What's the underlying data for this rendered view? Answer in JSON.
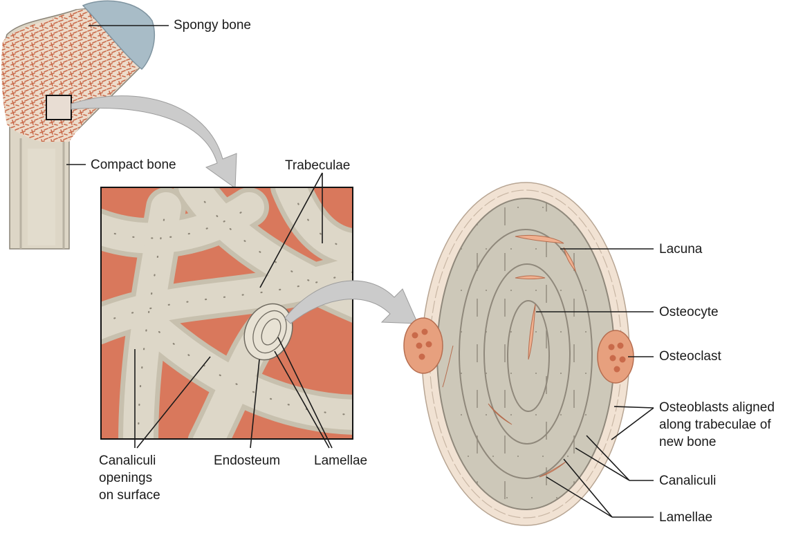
{
  "labels": {
    "spongy_bone": "Spongy bone",
    "compact_bone": "Compact bone",
    "trabeculae": "Trabeculae",
    "canaliculi_openings": "Canaliculi\nopenings\non surface",
    "endosteum": "Endosteum",
    "lamellae_left": "Lamellae",
    "lacuna": "Lacuna",
    "osteocyte": "Osteocyte",
    "osteoclast": "Osteoclast",
    "osteoblasts": "Osteoblasts aligned\nalong trabeculae of\nnew bone",
    "canaliculi": "Canaliculi",
    "lamellae_right": "Lamellae"
  },
  "colors": {
    "bone": "#d9d3c3",
    "bone_light": "#e6e1d4",
    "marrow": "#d97a5e",
    "cartilage": "#9fb4bf",
    "cell": "#f2dccb",
    "osteoclast": "#e7a07e",
    "lacuna": "#f0b08f",
    "arrow": "#c8c8c8",
    "line": "#1a1a1a"
  }
}
